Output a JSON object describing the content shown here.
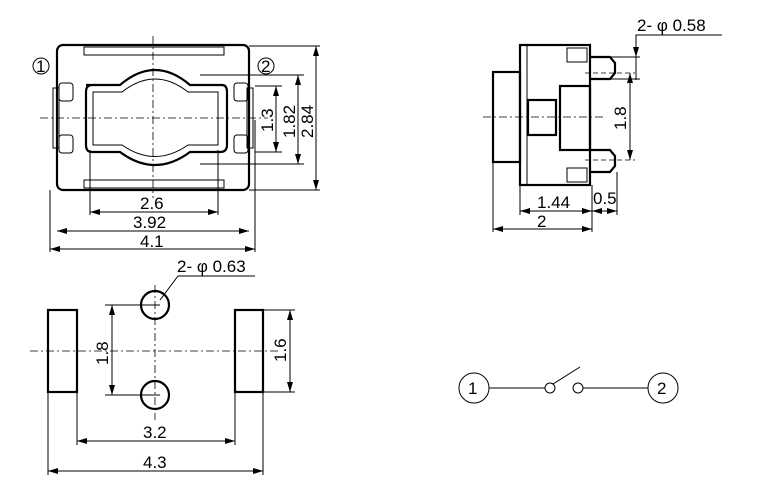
{
  "top_view": {
    "pin1": "1",
    "pin2": "2",
    "dim_2_6": "2.6",
    "dim_3_92": "3.92",
    "dim_4_1": "4.1",
    "dim_1_3": "1.3",
    "dim_1_82": "1.82",
    "dim_2_84": "2.84"
  },
  "side_view": {
    "pin_dia": "2- φ 0.58",
    "dim_1_8": "1.8",
    "dim_1_44": "1.44",
    "dim_0_5": "0.5",
    "dim_2": "2"
  },
  "footprint": {
    "hole_dia": "2- φ 0.63",
    "dim_1_8": "1.8",
    "dim_1_6": "1.6",
    "dim_3_2": "3.2",
    "dim_4_3": "4.3"
  },
  "schematic": {
    "terminal1": "1",
    "terminal2": "2"
  }
}
